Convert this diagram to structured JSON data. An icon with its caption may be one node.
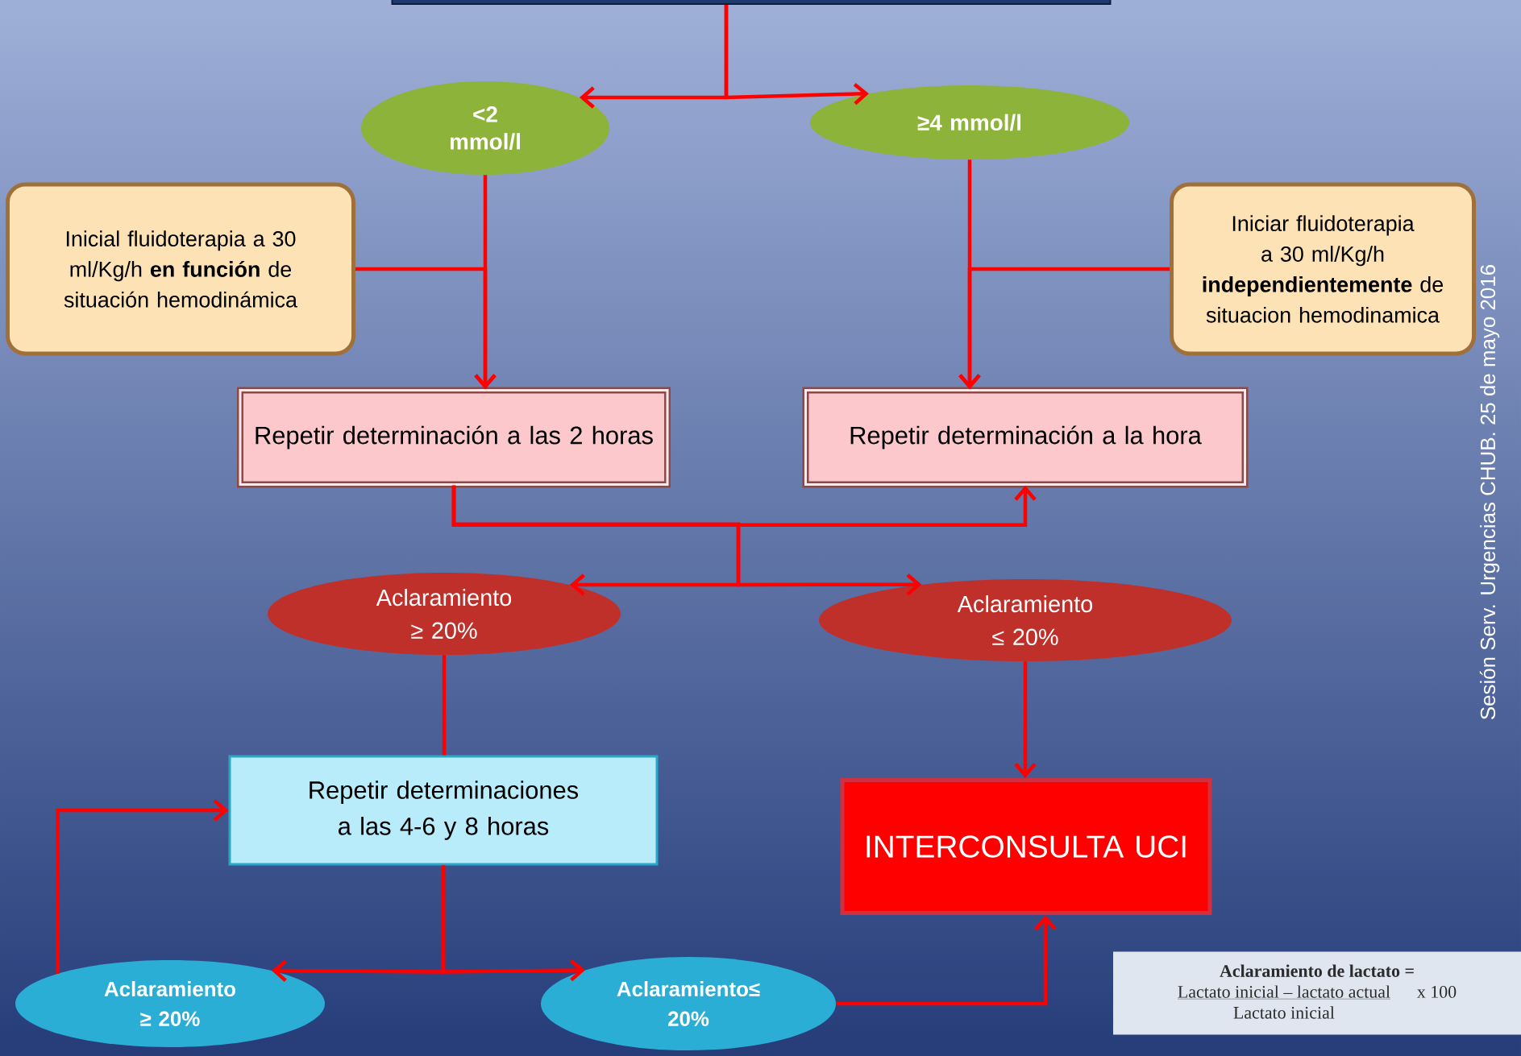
{
  "diagram": {
    "nodes": [
      {
        "text": [],
        "shape": "box"
      },
      {
        "text": [
          "<2 mmol/l"
        ]
      },
      {
        "text": [
          "≥4 mmol/l"
        ]
      },
      {
        "text": [
          "Inicial fluidoterapia a 30 ml/Kg/h **en función** de situación hemodinámica"
        ]
      },
      {
        "text": [
          "Iniciar fluidoterapia a 30 ml/Kg/h **independientemente** de situacion hemodinamica"
        ]
      },
      {
        "text": [
          "Repetir determinación a las 2 horas"
        ]
      },
      {
        "text": [
          "Repetir determinación a la hora"
        ]
      },
      {
        "text": [
          "Aclaramiento ≥ 20%"
        ]
      },
      {
        "text": [
          "Aclaramiento ≤ 20%"
        ]
      },
      {
        "text": [
          "Repetir determinaciones a las 4-6 y 8 horas"
        ]
      },
      {
        "text": [
          "INTERCONSULTA UCI"
        ]
      },
      {
        "text": [
          "Aclaramiento ≥ 20%"
        ]
      },
      {
        "text": [
          "Aclaramiento≤ 20%"
        ]
      },
      {
        "text": [
          "Aclaramiento de lactato =",
          "Lactato inicial – lactato actual",
          "x 100",
          "Lactato inicial"
        ]
      }
    ],
    "edges": [
      {
        "from": 0,
        "to": 1,
        "arrow": "to"
      },
      {
        "from": 0,
        "to": 2,
        "arrow": "to"
      },
      {
        "from": 1,
        "to": 5,
        "arrow": "to"
      },
      {
        "from": 3,
        "to": 5,
        "arrow": "to"
      },
      {
        "from": 2,
        "to": 6,
        "arrow": "to"
      },
      {
        "from": 4,
        "to": 6,
        "arrow": "to"
      },
      {
        "from": 5,
        "to": 6,
        "arrow": "to"
      },
      {
        "from": 5,
        "to": 7,
        "arrow": "to"
      },
      {
        "from": 5,
        "to": 8,
        "arrow": "to"
      },
      {
        "from": 7,
        "to": 9,
        "arrow": "none"
      },
      {
        "from": 8,
        "to": 10,
        "arrow": "to"
      },
      {
        "from": 9,
        "to": 11,
        "arrow": "to"
      },
      {
        "from": 9,
        "to": 12,
        "arrow": "to"
      },
      {
        "from": 11,
        "to": 9,
        "arrow": "to"
      },
      {
        "from": 12,
        "to": 10,
        "arrow": "to"
      }
    ],
    "labels": [
      "Sesión Serv. Urgencias CHUB. 25 de mayo 2016"
    ]
  }
}
